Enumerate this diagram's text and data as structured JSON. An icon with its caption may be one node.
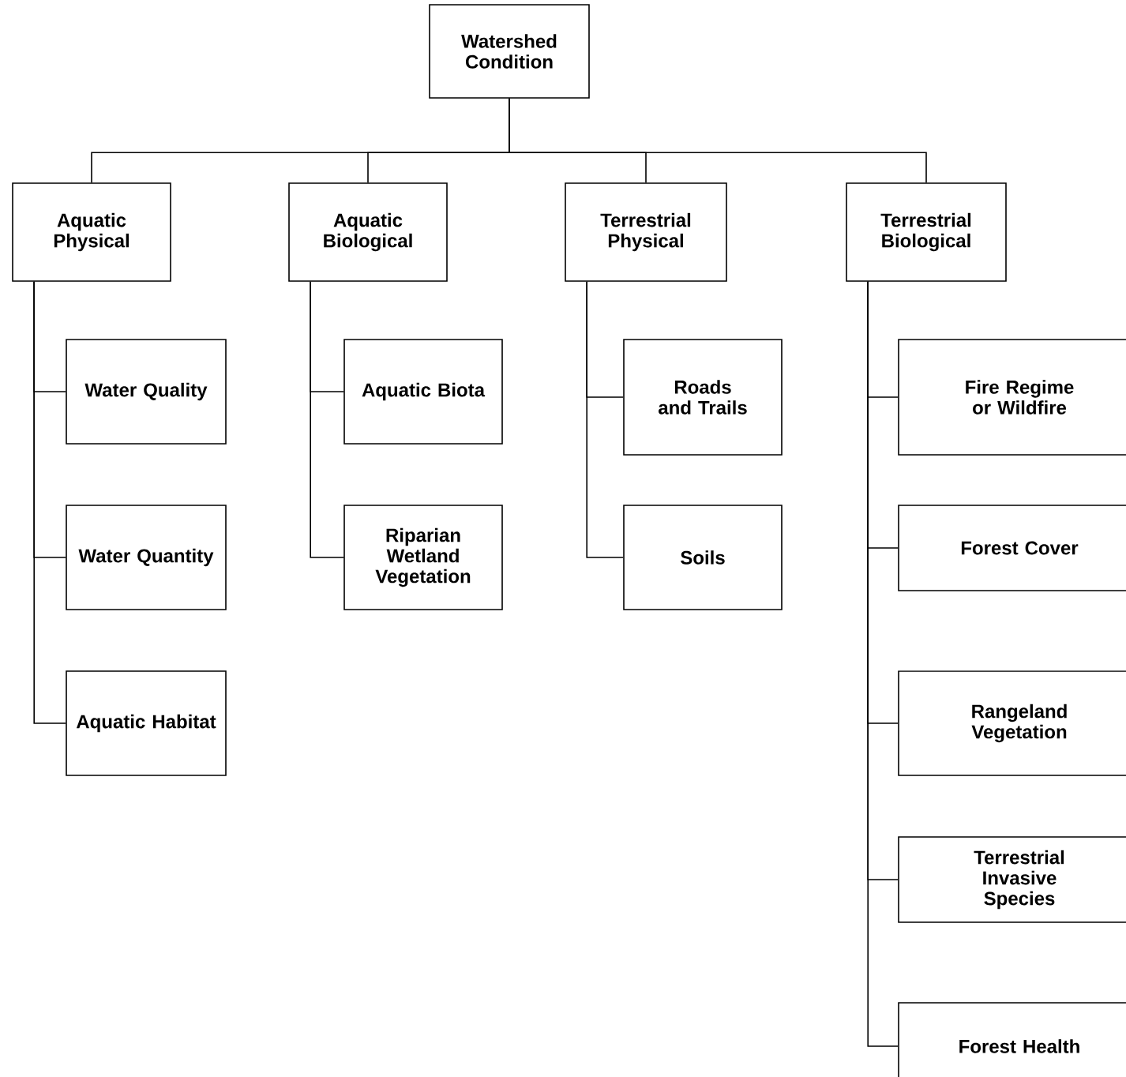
{
  "diagram": {
    "nodes": [
      {
        "text": [
          "Watershed Condition"
        ]
      },
      {
        "text": [
          "Aquatic Physical"
        ]
      },
      {
        "text": [
          "Aquatic Biological"
        ]
      },
      {
        "text": [
          "Terrestrial Physical"
        ]
      },
      {
        "text": [
          "Terrestrial Biological"
        ]
      },
      {
        "text": [
          "Water Quality"
        ]
      },
      {
        "text": [
          "Water Quantity"
        ]
      },
      {
        "text": [
          "Aquatic Habitat"
        ]
      },
      {
        "text": [
          "Aquatic Biota"
        ]
      },
      {
        "text": [
          "Riparian Wetland Vegetation"
        ]
      },
      {
        "text": [
          "Roads and Trails"
        ]
      },
      {
        "text": [
          "Soils"
        ]
      },
      {
        "text": [
          "Fire Regime or Wildfire"
        ]
      },
      {
        "text": [
          "Forest Cover"
        ]
      },
      {
        "text": [
          "Rangeland Vegetation"
        ]
      },
      {
        "text": [
          "Terrestrial Invasive Species"
        ]
      },
      {
        "text": [
          "Forest Health"
        ]
      }
    ],
    "edges": [
      {
        "from": 0,
        "to": 1,
        "arrow": "none"
      },
      {
        "from": 0,
        "to": 2,
        "arrow": "none"
      },
      {
        "from": 0,
        "to": 3,
        "arrow": "none"
      },
      {
        "from": 0,
        "to": 4,
        "arrow": "none"
      },
      {
        "from": 1,
        "to": 5,
        "arrow": "none"
      },
      {
        "from": 1,
        "to": 6,
        "arrow": "none"
      },
      {
        "from": 1,
        "to": 7,
        "arrow": "none"
      },
      {
        "from": 2,
        "to": 8,
        "arrow": "none"
      },
      {
        "from": 2,
        "to": 9,
        "arrow": "none"
      },
      {
        "from": 3,
        "to": 10,
        "arrow": "none"
      },
      {
        "from": 3,
        "to": 11,
        "arrow": "none"
      },
      {
        "from": 4,
        "to": 12,
        "arrow": "none"
      },
      {
        "from": 4,
        "to": 13,
        "arrow": "none"
      },
      {
        "from": 4,
        "to": 14,
        "arrow": "none"
      },
      {
        "from": 4,
        "to": 15,
        "arrow": "none"
      },
      {
        "from": 4,
        "to": 16,
        "arrow": "none"
      }
    ]
  }
}
